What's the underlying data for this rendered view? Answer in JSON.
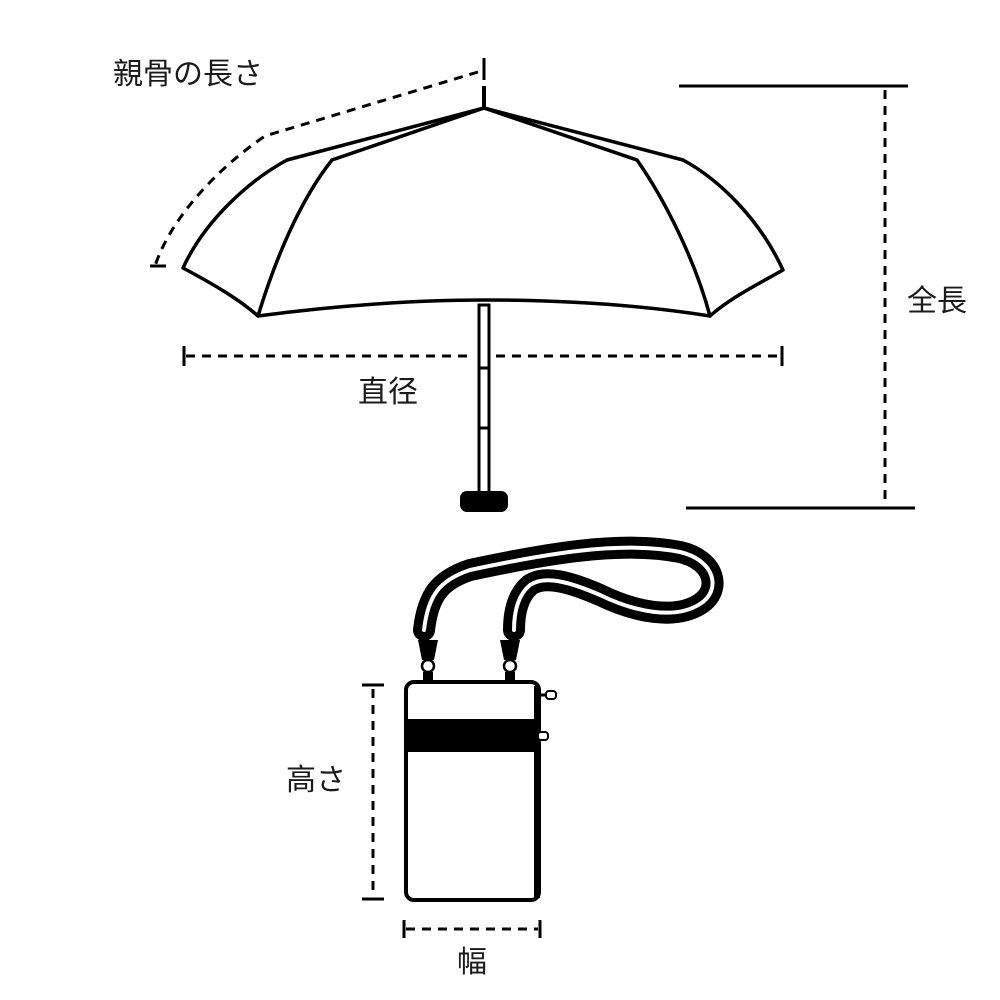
{
  "labels": {
    "rib_length": "親骨の長さ",
    "total_length": "全長",
    "diameter": "直径",
    "height": "高さ",
    "width": "幅"
  },
  "colors": {
    "line": "#000000",
    "text": "#1a1a1a",
    "background": "#ffffff"
  },
  "icons": {
    "umbrella": "umbrella-icon",
    "pouch": "pouch-icon"
  }
}
